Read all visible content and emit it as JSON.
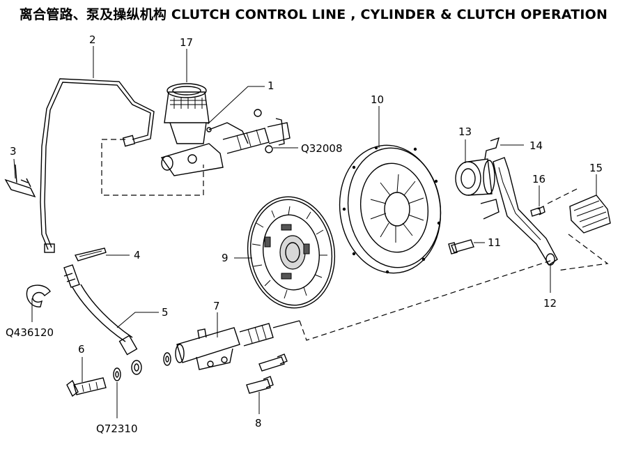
{
  "title": "离合管路、泵及操纵机构 CLUTCH CONTROL LINE , CYLINDER & CLUTCH  OPERATION",
  "callouts": {
    "c1": "1",
    "c2": "2",
    "c3": "3",
    "c4": "4",
    "c5": "5",
    "c6": "6",
    "c7": "7",
    "c8": "8",
    "c9": "9",
    "c10": "10",
    "c11": "11",
    "c12": "12",
    "c13": "13",
    "c14": "14",
    "c15": "15",
    "c16": "16",
    "c17": "17",
    "q32008": "Q32008",
    "q436120": "Q436120",
    "q72310": "Q72310"
  }
}
